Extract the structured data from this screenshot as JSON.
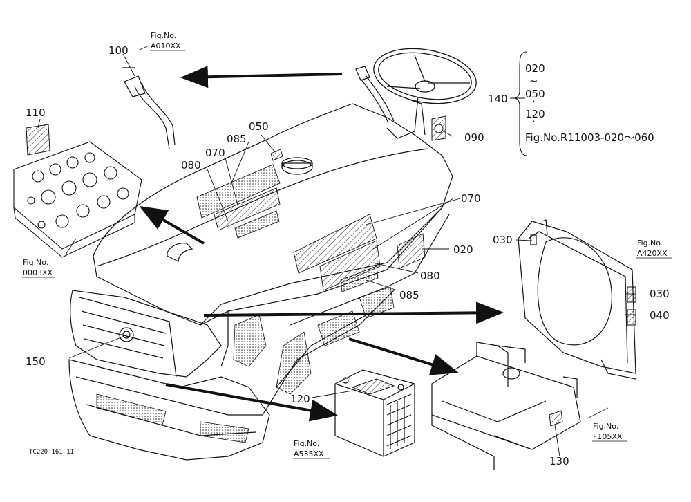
{
  "diagram_code": "TC220-161-11",
  "callouts": {
    "c100": "100",
    "c110": "110",
    "c050": "050",
    "c085a": "085",
    "c070a": "070",
    "c080a": "080",
    "c090": "090",
    "c140": "140",
    "c070b": "070",
    "c020": "020",
    "c030a": "030",
    "c030b": "030",
    "c040": "040",
    "c080b": "080",
    "c085b": "085",
    "c150": "150",
    "c120": "120",
    "c130": "130"
  },
  "figure_refs": {
    "a010": {
      "label": "Fig.No.",
      "code": "A010XX"
    },
    "f0003": {
      "label": "Fig.No.",
      "code": "0003XX"
    },
    "a420": {
      "label": "Fig.No.",
      "code": "A420XX"
    },
    "a535": {
      "label": "Fig.No.",
      "code": "A535XX"
    },
    "f105": {
      "label": "Fig.No.",
      "code": "F105XX"
    }
  },
  "group_140": {
    "line1": "020",
    "line2": "~",
    "line3": "050",
    "line4": "·",
    "line5": "120",
    "line6": "·",
    "line7": "Fig.No.R11003-020～060"
  },
  "colors": {
    "ink": "#111111",
    "paper": "#ffffff"
  }
}
